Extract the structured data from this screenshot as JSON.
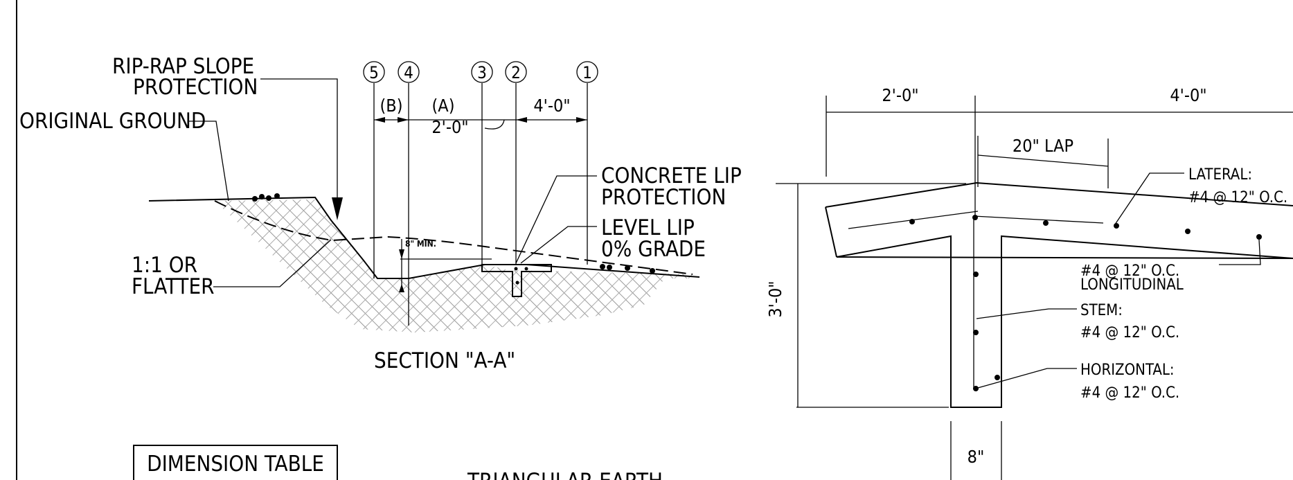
{
  "section": {
    "labels": {
      "rip_rap": [
        "RIP-RAP SLOPE",
        "PROTECTION"
      ],
      "original_ground": "ORIGINAL GROUND",
      "slope": [
        "1:1 OR",
        "FLATTER"
      ],
      "concrete_lip": [
        "CONCRETE LIP",
        "PROTECTION"
      ],
      "level_lip": [
        "LEVEL LIP",
        "0% GRADE"
      ],
      "min_depth": "8\" MIN.",
      "dim_b": "(B)",
      "dim_a": "(A)",
      "dim_4ft": "4'-0\"",
      "dim_2ft": "2'-0\"",
      "title": "SECTION \"A-A\""
    },
    "bubbles": [
      "5",
      "4",
      "3",
      "2",
      "1"
    ]
  },
  "table": {
    "title": "DIMENSION TABLE",
    "caption_partial": "TRIANGULAR EARTH"
  },
  "detail": {
    "dim_left": "2'-0\"",
    "dim_right": "4'-0\"",
    "lap": "20\" LAP",
    "height": "3'-0\"",
    "stem_width": "8\"",
    "lateral": [
      "LATERAL:",
      "#4 @ 12\" O.C."
    ],
    "longitudinal": [
      "#4 @ 12\" O.C.",
      "LONGITUDINAL"
    ],
    "stem": [
      "STEM:",
      "#4 @ 12\" O.C."
    ],
    "horizontal": [
      "HORIZONTAL:",
      "#4 @ 12\" O.C."
    ]
  }
}
